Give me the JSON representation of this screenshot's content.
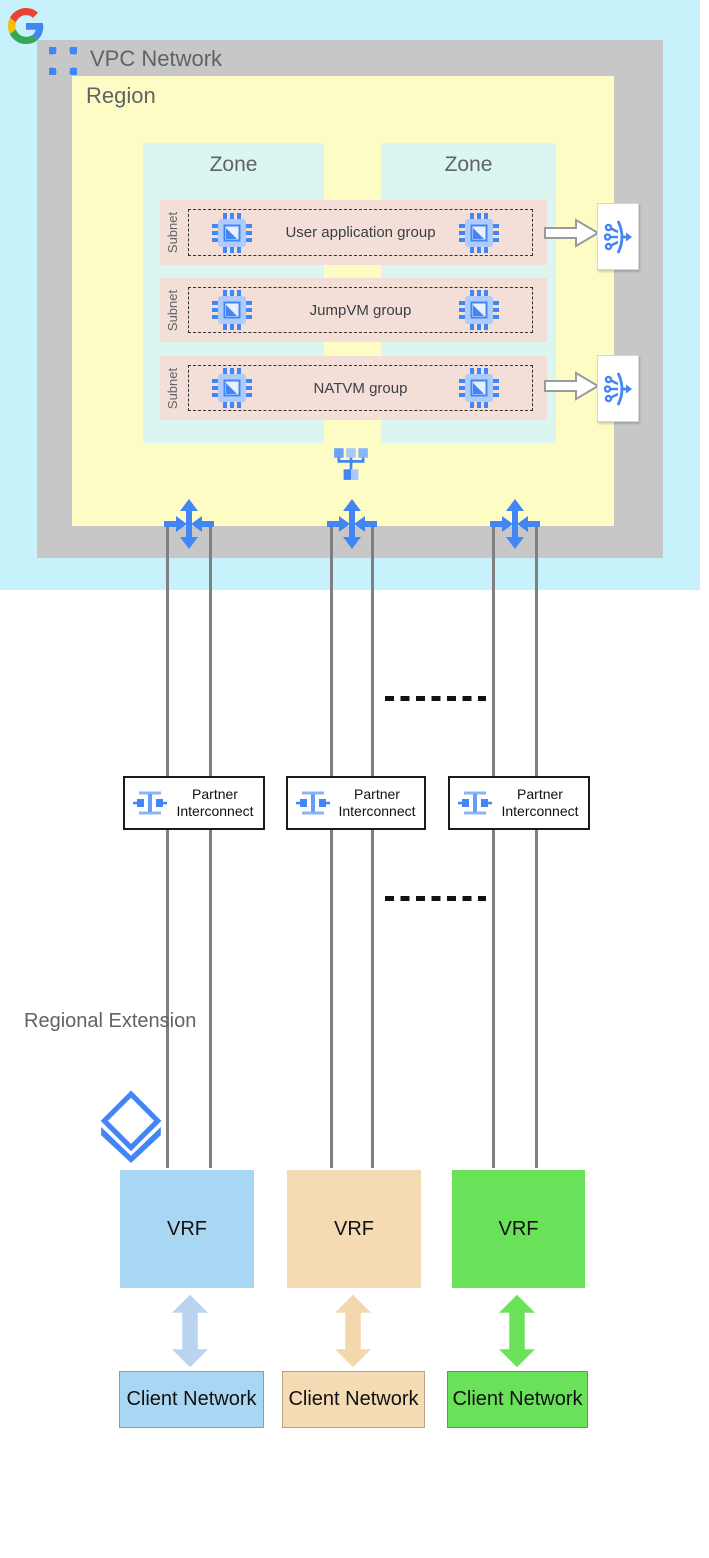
{
  "colors": {
    "cloud_bg": "#c7f1fb",
    "vpc_gray": "#c7c7c7",
    "region_yellow": "#fdfcc4",
    "zone_mint": "#dbf6f1",
    "subnet_pink": "#f3ded8",
    "ext_gray": "#c9c9c9",
    "ext_pink": "#f9c7c2",
    "ext_cyan": "#c5fbfe",
    "google_blue": "#4285f4",
    "light_blue": "#8ab4f8",
    "vrf_blue": "#a9d6f2",
    "vrf_tan": "#f5dbb4",
    "vrf_green": "#69e158",
    "arrow_blue": "#b9d3f1",
    "arrow_tan": "#f3d8ad",
    "arrow_green": "#6ce25a",
    "line_gray": "#7f7f7f",
    "label_gray": "#5f6368"
  },
  "vpc": {
    "label": "VPC Network"
  },
  "region": {
    "label": "Region"
  },
  "zones": [
    {
      "label": "Zone"
    },
    {
      "label": "Zone"
    }
  ],
  "subnets": [
    {
      "side_label": "Subnet",
      "group_label": "User application group"
    },
    {
      "side_label": "Subnet",
      "group_label": "JumpVM group"
    },
    {
      "side_label": "Subnet",
      "group_label": "NATVM group"
    }
  ],
  "interconnects": [
    {
      "label_line1": "Partner",
      "label_line2": "Interconnect"
    },
    {
      "label_line1": "Partner",
      "label_line2": "Interconnect"
    },
    {
      "label_line1": "Partner",
      "label_line2": "Interconnect"
    }
  ],
  "regional_extension": {
    "label": "Regional Extension",
    "vrfs": [
      {
        "label": "VRF"
      },
      {
        "label": "VRF"
      },
      {
        "label": "VRF"
      }
    ],
    "client_networks": [
      {
        "label": "Client Network"
      },
      {
        "label": "Client Network"
      },
      {
        "label": "Client Network"
      }
    ]
  },
  "icons": {
    "google_logo": "google-logo",
    "vpc": "vpc-network-icon",
    "compute": "compute-engine-icon",
    "load_balancer": "load-balancer-icon",
    "network_tree": "network-tree-icon",
    "router": "cloud-router-icon",
    "partner_interconnect": "partner-interconnect-icon",
    "layers": "layers-icon"
  }
}
